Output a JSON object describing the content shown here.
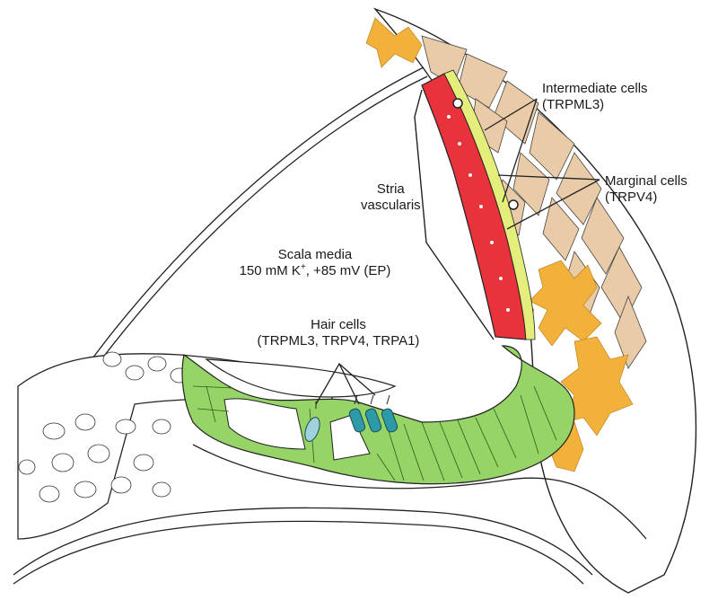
{
  "labels": {
    "intermediate_cells": "Intermediate cells",
    "intermediate_channel": "(TRPML3)",
    "marginal_cells": "Marginal cells",
    "marginal_channel": "(TRPV4)",
    "stria_line1": "Stria",
    "stria_line2": "vascularis",
    "scala_media": "Scala media",
    "scala_media_detail_pre": "150 mM K",
    "scala_media_detail_sup": "+",
    "scala_media_detail_post": ", +85 mV (EP)",
    "hair_cells": "Hair cells",
    "hair_cells_channels": "(TRPML3, TRPV4, TRPA1)"
  },
  "colors": {
    "marginal_cells": "#e8323c",
    "intermediate_layer": "#e4ee7a",
    "organ_of_corti": "#96d468",
    "hair_cells": "#2e9aa8",
    "inner_hair_cell": "#9fd2dc",
    "spiral_ligament_tan": "#e9cba8",
    "fibrocytes_orange": "#f2b13a",
    "outline": "#222222"
  }
}
